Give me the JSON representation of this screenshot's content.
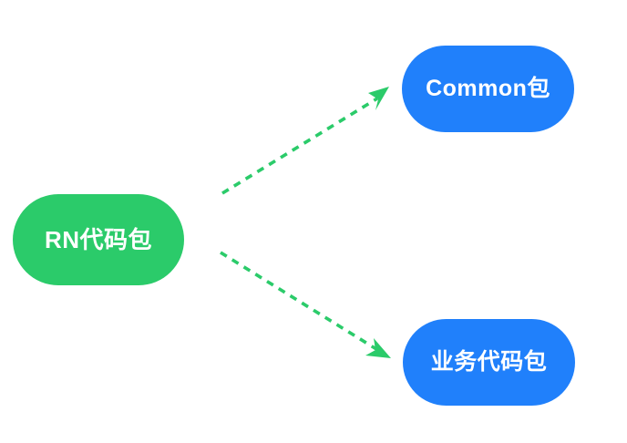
{
  "diagram": {
    "background_color": "#ffffff",
    "nodes": [
      {
        "id": "rn-package",
        "label": "RN代码包",
        "shape": "rounded-rectangle",
        "fill_color": "#2bcb6a",
        "text_color": "#ffffff"
      },
      {
        "id": "common-package",
        "label": "Common包",
        "shape": "rounded-rectangle",
        "fill_color": "#2080fb",
        "text_color": "#ffffff"
      },
      {
        "id": "business-package",
        "label": "业务代码包",
        "shape": "rounded-rectangle",
        "fill_color": "#2080fb",
        "text_color": "#ffffff"
      }
    ],
    "edges": [
      {
        "id": "edge-to-common",
        "from": "rn-package",
        "to": "common-package",
        "label": "",
        "style": "dashed",
        "color": "#2bcb6a",
        "arrowhead": "filled-triangle"
      },
      {
        "id": "edge-to-business",
        "from": "rn-package",
        "to": "business-package",
        "label": "",
        "style": "dashed",
        "color": "#2bcb6a",
        "arrowhead": "filled-triangle"
      }
    ]
  }
}
